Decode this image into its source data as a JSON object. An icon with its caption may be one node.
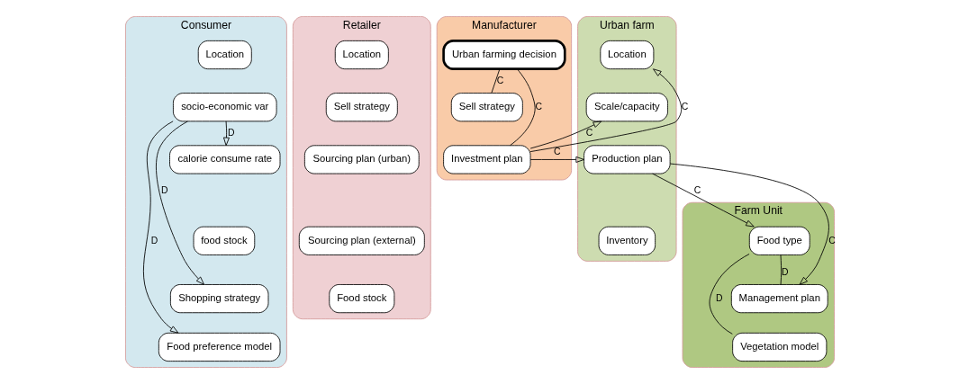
{
  "diagram": {
    "nodes": [
      {
        "text": [
          "Consumer"
        ]
      },
      {
        "text": [
          "Location"
        ],
        "in": 0
      },
      {
        "text": [
          "socio-economic var"
        ],
        "in": 0
      },
      {
        "text": [
          "calorie consume rate"
        ],
        "in": 0
      },
      {
        "text": [
          "food stock"
        ],
        "in": 0
      },
      {
        "text": [
          "Shopping strategy"
        ],
        "in": 0
      },
      {
        "text": [
          "Food preference model"
        ],
        "in": 0
      },
      {
        "text": [
          "Retailer"
        ]
      },
      {
        "text": [
          "Location"
        ],
        "in": 7
      },
      {
        "text": [
          "Sell strategy"
        ],
        "in": 7
      },
      {
        "text": [
          "Sourcing plan (urban)"
        ],
        "in": 7
      },
      {
        "text": [
          "Sourcing plan (external)"
        ],
        "in": 7
      },
      {
        "text": [
          "Food stock"
        ],
        "in": 7
      },
      {
        "text": [
          "Manufacturer"
        ]
      },
      {
        "text": [
          "Urban farming decision"
        ],
        "in": 13
      },
      {
        "text": [
          "Sell strategy"
        ],
        "in": 13
      },
      {
        "text": [
          "Investment plan"
        ],
        "in": 13
      },
      {
        "text": [
          "Urban farm"
        ]
      },
      {
        "text": [
          "Location"
        ],
        "in": 17
      },
      {
        "text": [
          "Scale/capacity"
        ],
        "in": 17
      },
      {
        "text": [
          "Production plan"
        ],
        "in": 17
      },
      {
        "text": [
          "Inventory"
        ],
        "in": 17
      },
      {
        "text": [
          "Farm Unit"
        ]
      },
      {
        "text": [
          "Food type"
        ],
        "in": 22
      },
      {
        "text": [
          "Management plan"
        ],
        "in": 22
      },
      {
        "text": [
          "Vegetation model"
        ],
        "in": 22
      }
    ],
    "edges": [
      {
        "from": 2,
        "to": 3,
        "arrow": "to",
        "label": "D"
      },
      {
        "from": 2,
        "to": 5,
        "arrow": "to",
        "label": "D"
      },
      {
        "from": 2,
        "to": 6,
        "arrow": "to",
        "label": "D"
      },
      {
        "from": 14,
        "to": 15,
        "arrow": "none",
        "label": "C"
      },
      {
        "from": 14,
        "to": 16,
        "arrow": "none",
        "label": "C"
      },
      {
        "from": 16,
        "to": 18,
        "arrow": "to",
        "label": "C"
      },
      {
        "from": 16,
        "to": 19,
        "arrow": "to",
        "label": "C"
      },
      {
        "from": 16,
        "to": 20,
        "arrow": "to",
        "label": "C"
      },
      {
        "from": 20,
        "to": 23,
        "arrow": "to",
        "label": "C"
      },
      {
        "from": 20,
        "to": 24,
        "arrow": "to",
        "label": "C"
      },
      {
        "from": 23,
        "to": 24,
        "arrow": "none",
        "label": "D"
      },
      {
        "from": 23,
        "to": 25,
        "arrow": "none",
        "label": "D"
      }
    ]
  }
}
